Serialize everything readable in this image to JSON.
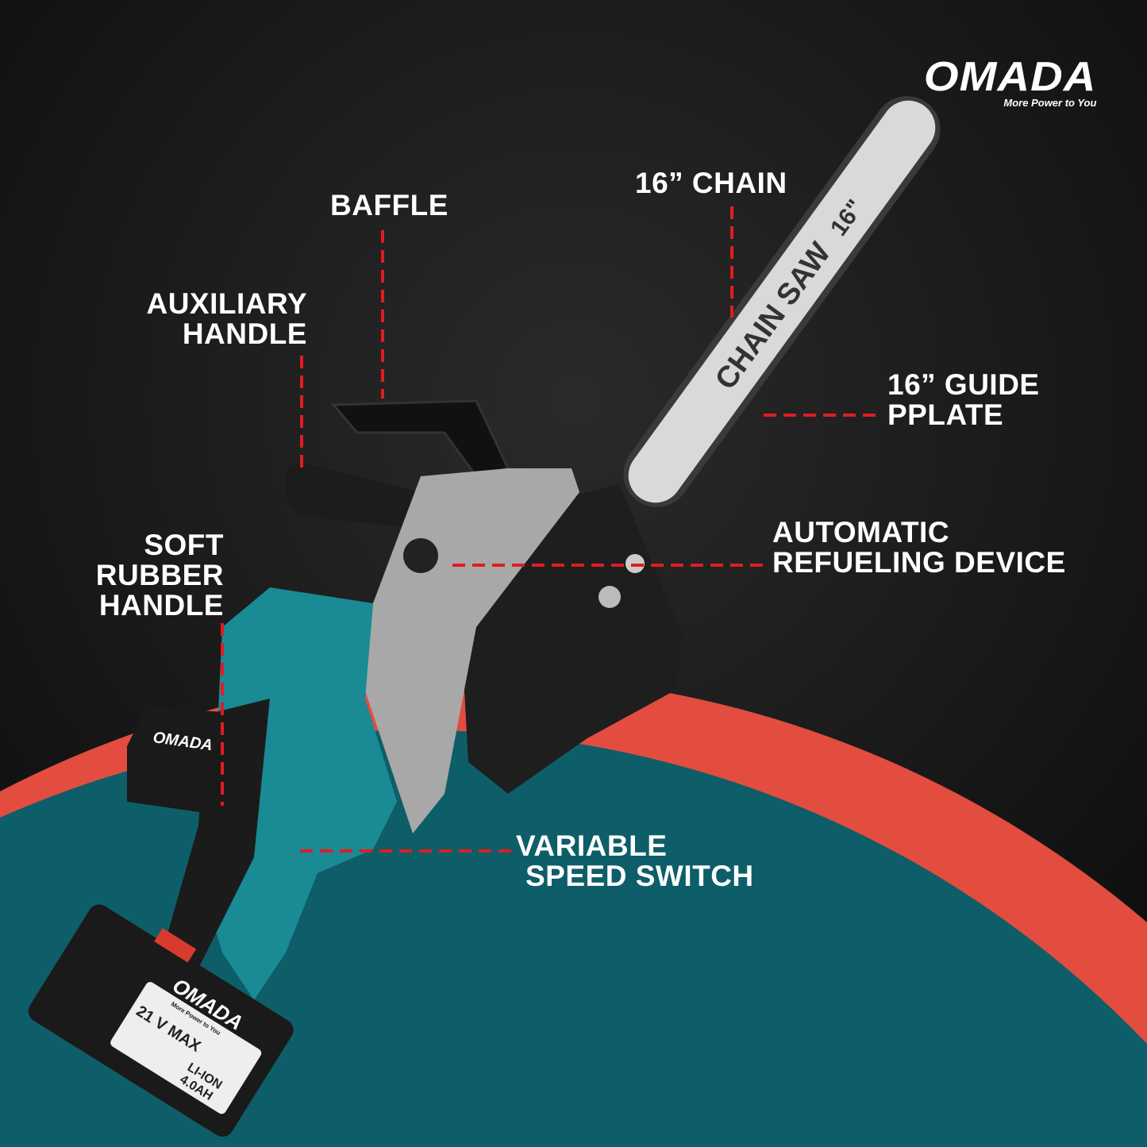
{
  "brand": {
    "name": "OMADA",
    "tagline": "More Power to You"
  },
  "labels": {
    "chain": [
      "16” CHAIN"
    ],
    "baffle": [
      "BAFFLE"
    ],
    "aux_handle": [
      "AUXILIARY",
      "HANDLE"
    ],
    "guide_plate": [
      "16” GUIDE",
      "PPLATE"
    ],
    "refueling": [
      "AUTOMATIC",
      "REFUELING DEVICE"
    ],
    "rubber_handle": [
      "SOFT",
      "RUBBER",
      "HANDLE"
    ],
    "speed_switch": [
      "VARIABLE",
      "SPEED SWITCH"
    ]
  },
  "product_lettering": {
    "bar_text": "CHAIN SAW",
    "bar_size": "16\"",
    "battery_brand": "OMADA",
    "battery_tagline": "More Power to You",
    "battery_voltage": "21 V MAX",
    "battery_type": "LI-ION",
    "battery_capacity": "4.0AH"
  },
  "colors": {
    "background": "#151515",
    "teal": "#0d5e68",
    "red": "#e24d3f",
    "callout": "#e21b23",
    "tool_teal": "#1a8a95"
  }
}
